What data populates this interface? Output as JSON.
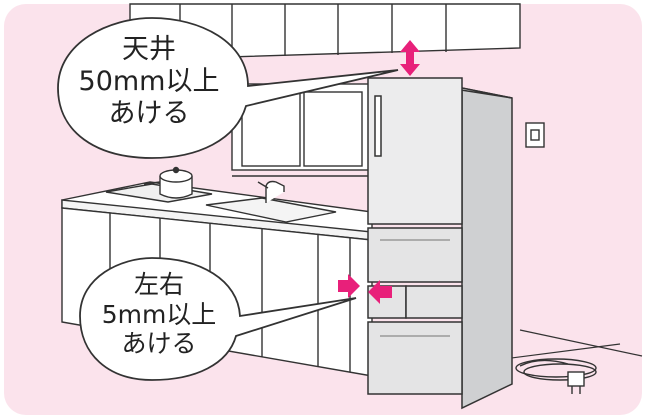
{
  "callouts": {
    "top": {
      "line1": "天井",
      "line2": "50mm以上",
      "line3": "あける"
    },
    "side": {
      "line1": "左右",
      "line2": "5mm以上",
      "line3": "あける"
    }
  },
  "colors": {
    "background": "#fbe3ec",
    "accent_arrow": "#e8207a",
    "outline": "#333333",
    "fridge_body": "#e9e9ea"
  },
  "icons": [
    "clearance-arrow-vertical-icon",
    "clearance-arrow-right-icon",
    "clearance-arrow-left-icon",
    "power-plug-icon",
    "wall-outlet-icon",
    "pot-icon",
    "faucet-icon"
  ]
}
